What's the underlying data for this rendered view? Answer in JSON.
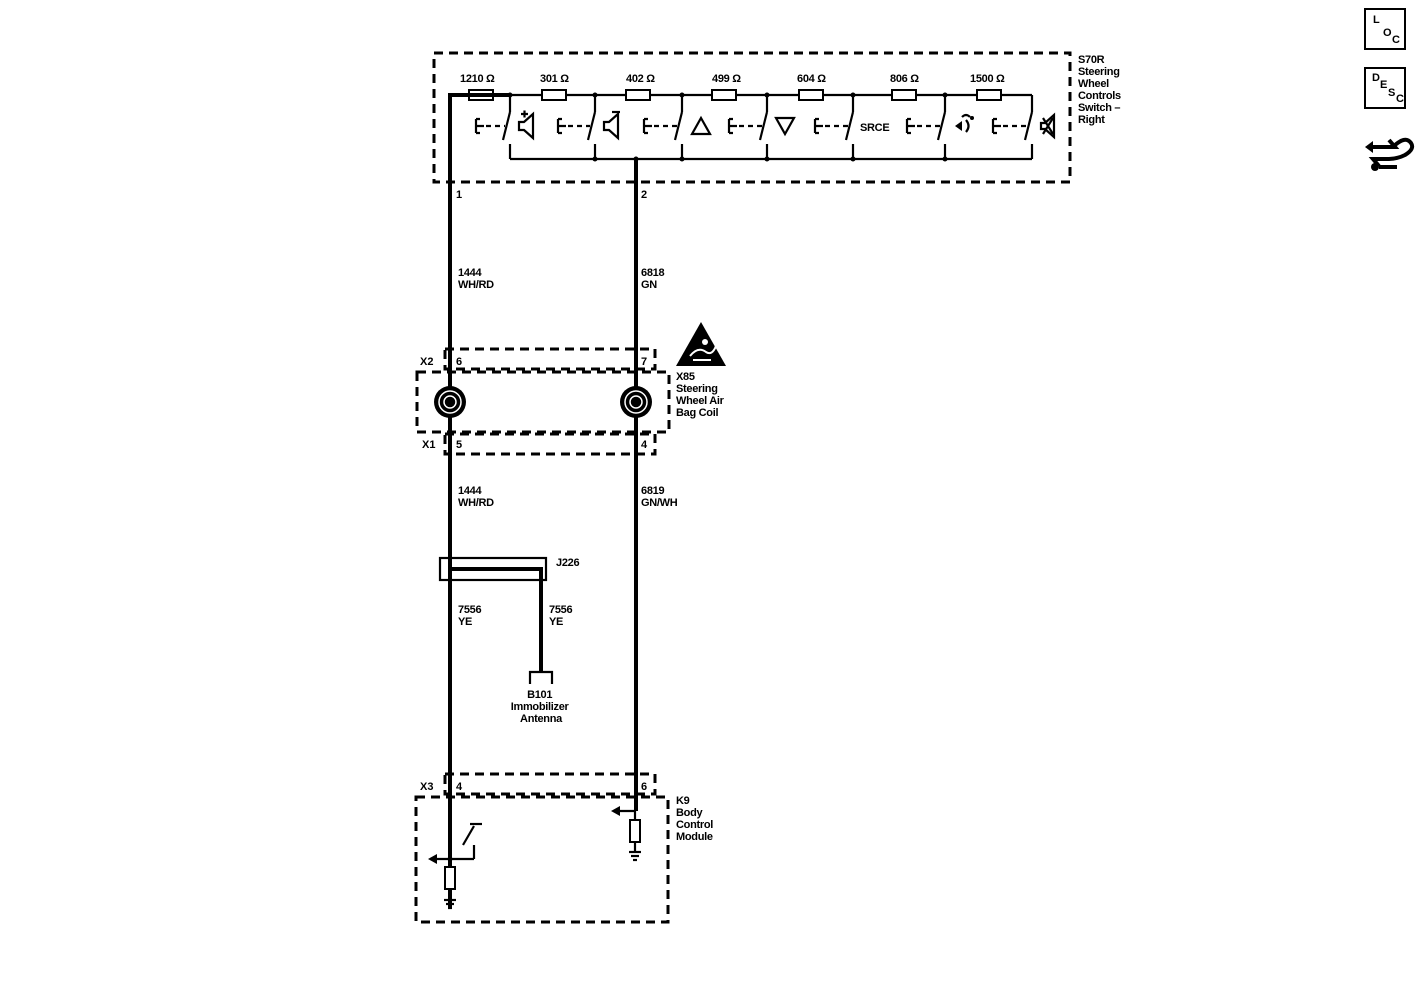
{
  "switch": {
    "name_lines": [
      "S70R",
      "Steering",
      "Wheel",
      "Controls",
      "Switch –",
      "Right"
    ],
    "resistors": [
      "1210 Ω",
      "301 Ω",
      "402 Ω",
      "499 Ω",
      "604 Ω",
      "806 Ω",
      "1500 Ω"
    ],
    "source_label": "SRCE",
    "pins": [
      "1",
      "2"
    ]
  },
  "wires": {
    "upper_left": {
      "circuit": "1444",
      "color": "WH/RD"
    },
    "upper_right": {
      "circuit": "6818",
      "color": "GN"
    },
    "lower_left": {
      "circuit": "1444",
      "color": "WH/RD"
    },
    "lower_right": {
      "circuit": "6819",
      "color": "GN/WH"
    },
    "splice_left": {
      "circuit": "7556",
      "color": "YE"
    },
    "splice_right": {
      "circuit": "7556",
      "color": "YE"
    }
  },
  "coil": {
    "name_lines": [
      "X85",
      "Steering",
      "Wheel Air",
      "Bag Coil"
    ],
    "x2": {
      "connector": "X2",
      "pin_left": "6",
      "pin_right": "7"
    },
    "x1": {
      "connector": "X1",
      "pin_left": "5",
      "pin_right": "4"
    }
  },
  "splice": {
    "label": "J226"
  },
  "antenna": {
    "name_lines": [
      "B101",
      "Immobilizer",
      "Antenna"
    ]
  },
  "bcm": {
    "name_lines": [
      "K9",
      "Body",
      "Control",
      "Module"
    ],
    "connector": "X3",
    "pin_left": "4",
    "pin_right": "6"
  },
  "nav": {
    "loc": [
      "L",
      "O",
      "C"
    ],
    "desc": [
      "D",
      "E",
      "S",
      "C"
    ],
    "nav_icon": "navigation-arrows-icon"
  },
  "colors": {
    "line": "#000000",
    "background": "#ffffff"
  }
}
